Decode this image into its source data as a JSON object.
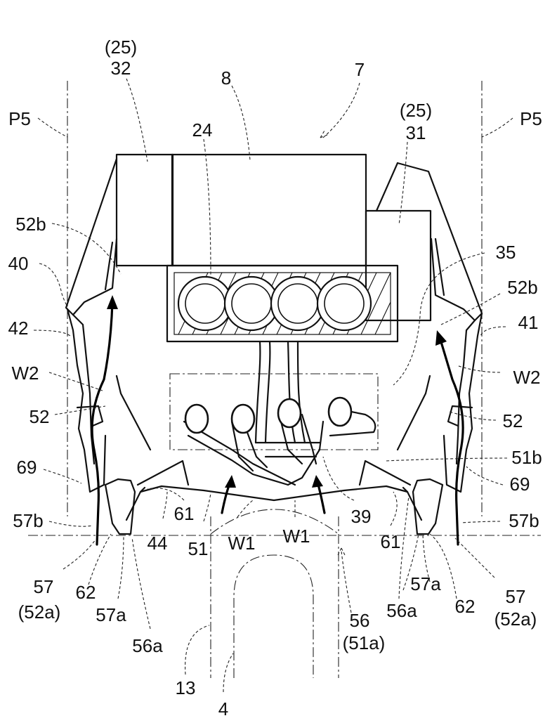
{
  "labels": {
    "n7": "7",
    "n8": "8",
    "n24": "24",
    "n25_left": "(25)",
    "n32": "32",
    "n25_right": "(25)",
    "n31": "31",
    "p5_left": "P5",
    "p5_right": "P5",
    "n52b_left": "52b",
    "n52b_right": "52b",
    "n40": "40",
    "n35": "35",
    "n42": "42",
    "n41": "41",
    "w2_left": "W2",
    "w2_right": "W2",
    "n52_left": "52",
    "n52_right": "52",
    "n69_left": "69",
    "n69_right": "69",
    "n51b": "51b",
    "n57b_left": "57b",
    "n57b_right": "57b",
    "n61_left": "61",
    "n61_right": "61",
    "n44": "44",
    "n51": "51",
    "w1_left": "W1",
    "w1_right": "W1",
    "n39": "39",
    "n57_left": "57",
    "n52a_left": "(52a)",
    "n62_left": "62",
    "n57a_left": "57a",
    "n56a_left": "56a",
    "n57a_right": "57a",
    "n62_right": "62",
    "n57_right": "57",
    "n52a_right": "(52a)",
    "n56": "56",
    "n51a": "(51a)",
    "n56a_right": "56a",
    "n13": "13",
    "n4": "4"
  }
}
